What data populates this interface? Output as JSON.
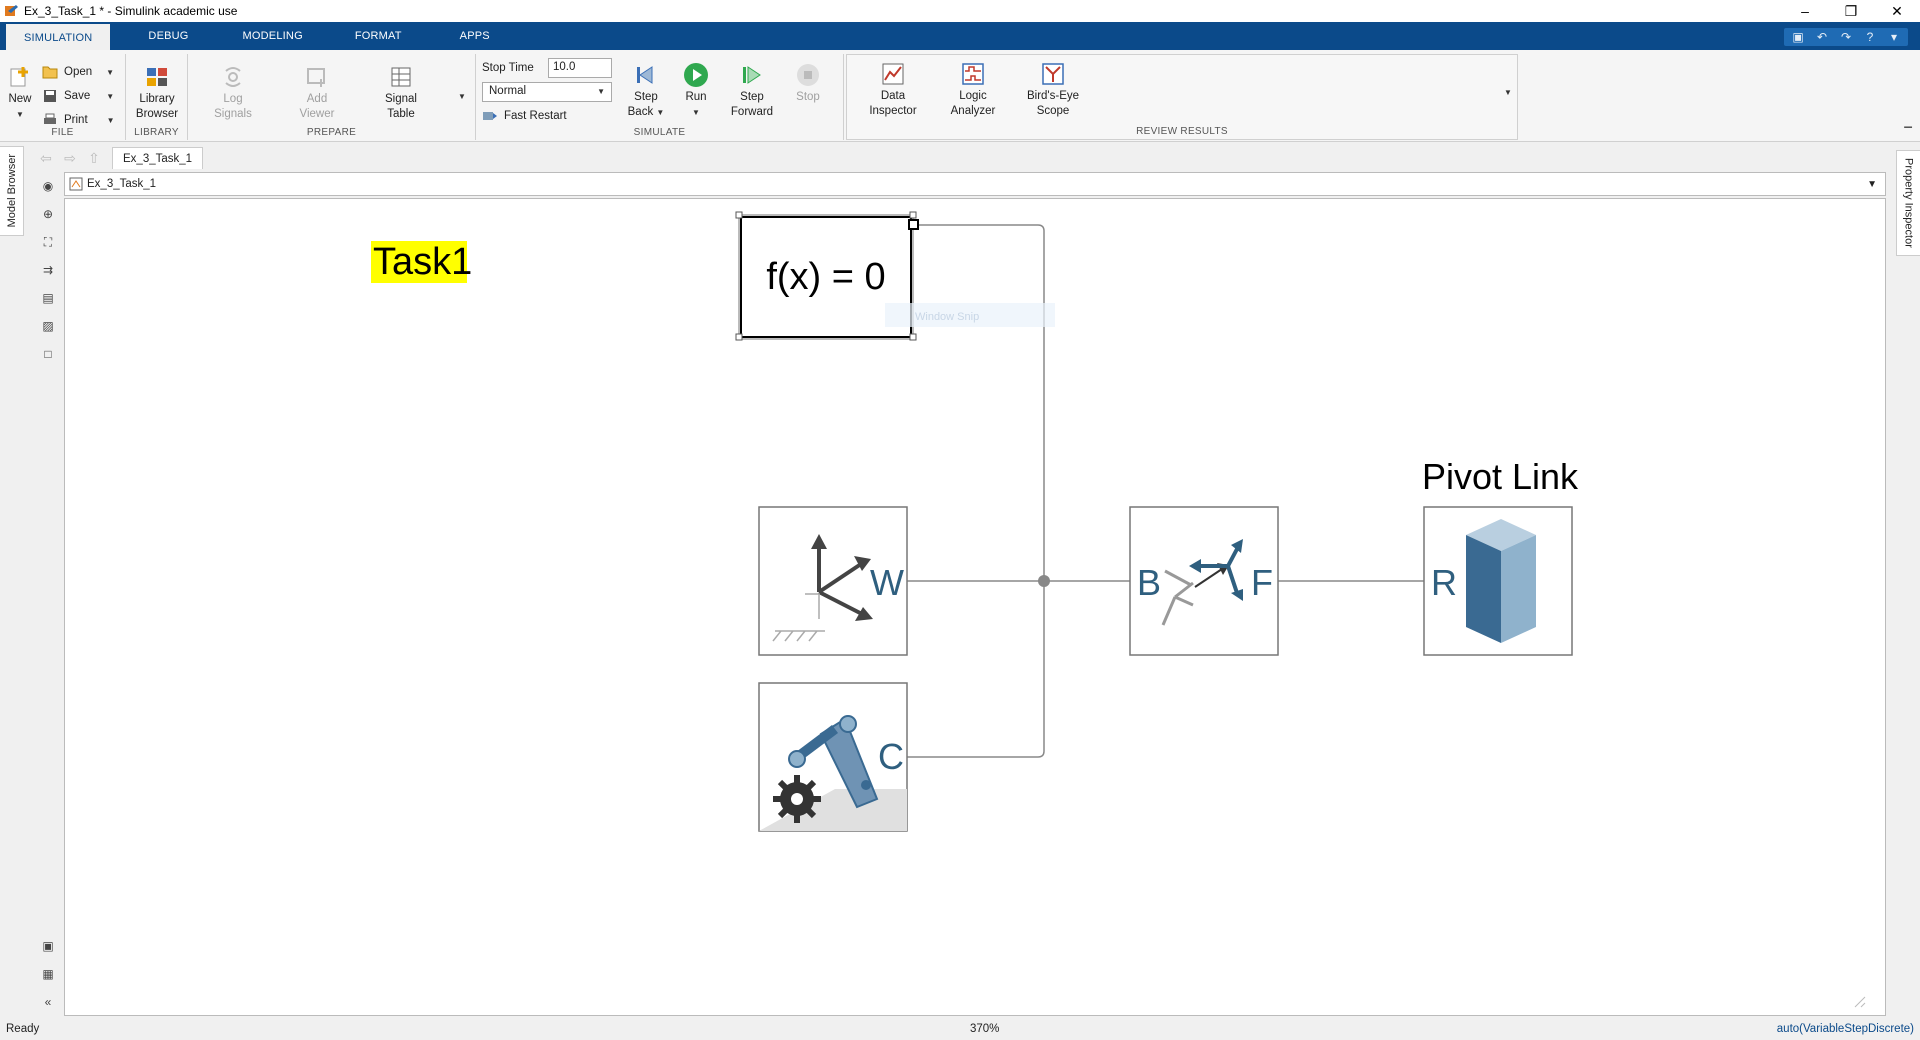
{
  "window": {
    "title": "Ex_3_Task_1 * - Simulink academic use",
    "minimize_glyph": "–",
    "restore_glyph": "❐",
    "close_glyph": "✕"
  },
  "tabs": [
    "SIMULATION",
    "DEBUG",
    "MODELING",
    "FORMAT",
    "APPS"
  ],
  "ribbon": {
    "file": {
      "label": "FILE",
      "new": "New",
      "open": "Open",
      "save": "Save",
      "print": "Print"
    },
    "library": {
      "label": "LIBRARY",
      "library_browser_line1": "Library",
      "library_browser_line2": "Browser"
    },
    "prepare": {
      "label": "PREPARE",
      "log_signals_line1": "Log",
      "log_signals_line2": "Signals",
      "add_viewer_line1": "Add",
      "add_viewer_line2": "Viewer",
      "signal_table_line1": "Signal",
      "signal_table_line2": "Table"
    },
    "simulate": {
      "label": "SIMULATE",
      "stop_time_label": "Stop Time",
      "stop_time_value": "10.0",
      "mode_value": "Normal",
      "fast_restart": "Fast Restart",
      "step_back_line1": "Step",
      "step_back_line2": "Back",
      "run": "Run",
      "step_forward_line1": "Step",
      "step_forward_line2": "Forward",
      "stop": "Stop"
    },
    "review": {
      "label": "REVIEW RESULTS",
      "data_inspector_line1": "Data",
      "data_inspector_line2": "Inspector",
      "logic_analyzer_line1": "Logic",
      "logic_analyzer_line2": "Analyzer",
      "birds_eye_line1": "Bird's-Eye",
      "birds_eye_line2": "Scope"
    }
  },
  "side_tabs": {
    "left": "Model Browser",
    "right": "Property Inspector"
  },
  "model_tab": "Ex_3_Task_1",
  "address": "Ex_3_Task_1",
  "diagram": {
    "annotation": "Task1",
    "solver_block_text": "f(x) = 0",
    "ghost_text": "Window Snip",
    "world_port": "W",
    "transform_port_b": "B",
    "transform_port_f": "F",
    "solid_port": "R",
    "solid_title": "Pivot Link",
    "mech_port": "C"
  },
  "status": {
    "left": "Ready",
    "zoom": "370%",
    "solver": "auto(VariableStepDiscrete)"
  },
  "colors": {
    "tab_bar": "#0b4a8a",
    "annotation_bg": "#ffff00",
    "frame_blue": "#2f5f7f",
    "solid_dark": "#3a6a92",
    "solid_light": "#8fb2cc"
  }
}
